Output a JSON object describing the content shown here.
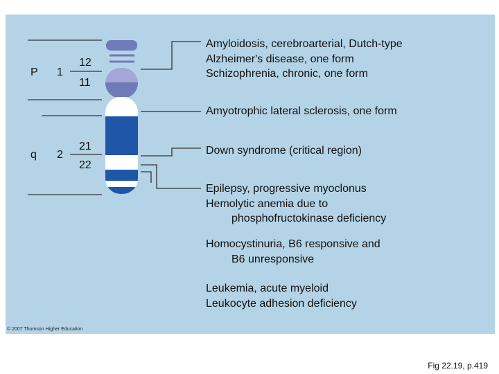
{
  "arms": {
    "p": {
      "arm": "P",
      "region": "1",
      "bands": [
        "12",
        "11"
      ]
    },
    "q": {
      "arm": "q",
      "region": "2",
      "bands": [
        "21",
        "22"
      ]
    }
  },
  "notes": [
    {
      "lines": [
        "Amyloidosis, cerebroarterial, Dutch-type",
        "Alzheimer's disease, one form",
        "Schizophrenia, chronic, one form"
      ]
    },
    {
      "lines": [
        "Amyotrophic lateral sclerosis, one form"
      ]
    },
    {
      "lines": [
        "Down syndrome (critical region)"
      ]
    },
    {
      "lines": [
        "Epilepsy, progressive myoclonus",
        "Hemolytic anemia due to",
        "phosphofructokinase deficiency"
      ]
    },
    {
      "lines": [
        "Homocystinuria, B6 responsive and",
        "B6 unresponsive"
      ]
    },
    {
      "lines": [
        "Leukemia, acute myeloid",
        "Leukocyte adhesion deficiency"
      ]
    }
  ],
  "copyright": "© 2007 Thomson Higher Education",
  "figure_ref": "Fig 22.19, p.419",
  "colors": {
    "panel": "#b5d3e7",
    "band_dark": "#1f56a8",
    "p_arm_light": "#a5a5d6",
    "p_arm_dark": "#6f7ab8",
    "centromere": "#c9c9e2",
    "white_band": "#ffffff"
  }
}
